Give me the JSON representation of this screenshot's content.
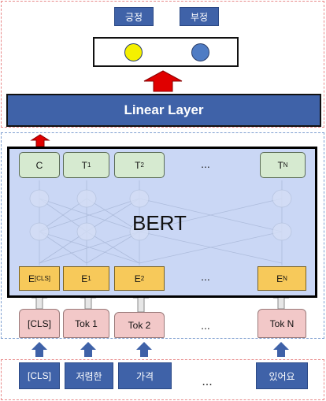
{
  "output": {
    "labels": [
      "긍정",
      "부정"
    ],
    "circle_colors": [
      "#f5f000",
      "#4f7cc4"
    ]
  },
  "linear_layer": {
    "label": "Linear Layer"
  },
  "bert": {
    "title": "BERT",
    "top_nodes": [
      {
        "main": "C",
        "sub": ""
      },
      {
        "main": "T",
        "sub": "1"
      },
      {
        "main": "T",
        "sub": "2"
      },
      {
        "main": "T",
        "sub": "N"
      }
    ],
    "embed_nodes": [
      {
        "main": "E",
        "sub": "[CLS]"
      },
      {
        "main": "E",
        "sub": "1"
      },
      {
        "main": "E",
        "sub": "2"
      },
      {
        "main": "E",
        "sub": "N"
      }
    ],
    "ellipsis": "..."
  },
  "tokens": [
    "[CLS]",
    "Tok 1",
    "Tok 2",
    "Tok N"
  ],
  "tokens_ellipsis": "...",
  "words": [
    "[CLS]",
    "저렴한",
    "가격",
    "있어요"
  ],
  "words_ellipsis": "...",
  "colors": {
    "arrow_red": "#e00000",
    "arrow_blue": "#3f62a8",
    "bert_bg": "#cad7f5",
    "node_green": "#d6ead0",
    "node_yellow": "#f7c95a",
    "token_pink": "#f2c8c8"
  }
}
